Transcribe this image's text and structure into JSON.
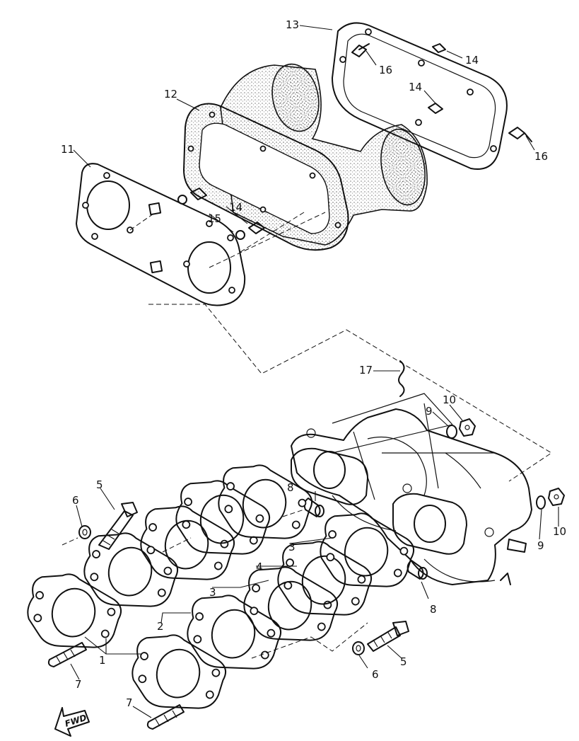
{
  "callouts": {
    "c1": "1",
    "c2": "2",
    "c3a": "3",
    "c3b": "3",
    "c4": "4",
    "c5a": "5",
    "c5b": "5",
    "c6a": "6",
    "c6b": "6",
    "c7a": "7",
    "c7b": "7",
    "c8a": "8",
    "c8b": "8",
    "c9a": "9",
    "c9b": "9",
    "c10a": "10",
    "c10b": "10",
    "c11": "11",
    "c12": "12",
    "c13": "13",
    "c14a": "14",
    "c14b": "14",
    "c14c": "14",
    "c15": "15",
    "c16a": "16",
    "c16b": "16",
    "c17": "17"
  },
  "fwd_label": "FWD"
}
